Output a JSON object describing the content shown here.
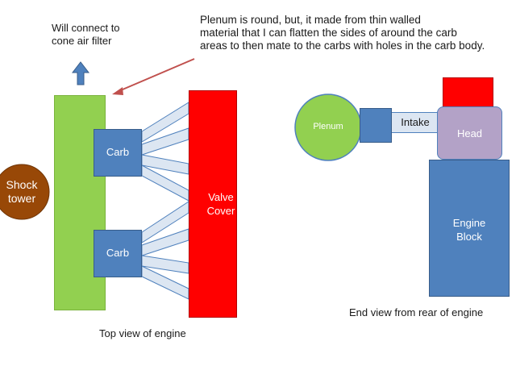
{
  "annotations": {
    "filter_note": [
      "Will connect to",
      "cone air filter"
    ],
    "plenum_note": [
      "Plenum is round, but, it made from thin walled",
      "material that I can flatten the sides of around the carb",
      "areas to then mate to the carbs with holes in the carb body."
    ]
  },
  "top_view": {
    "caption": "Top view of engine",
    "shock_tower": [
      "Shock",
      "tower"
    ],
    "carb_upper": "Carb",
    "carb_lower": "Carb",
    "valve_cover": [
      "Valve",
      "Cover"
    ]
  },
  "end_view": {
    "caption": "End view from rear of engine",
    "plenum": "Plenum",
    "intake": "Intake",
    "head": "Head",
    "engine_block": [
      "Engine",
      "Block"
    ]
  },
  "colors": {
    "plenum_green": "#92D050",
    "carb_blue": "#4F81BD",
    "valve_red": "#FF0000",
    "shock_brown": "#984807",
    "runner_blue": "#DCE6F2",
    "head_purple": "#B3A2C7",
    "arrow_red": "#C0504D"
  }
}
